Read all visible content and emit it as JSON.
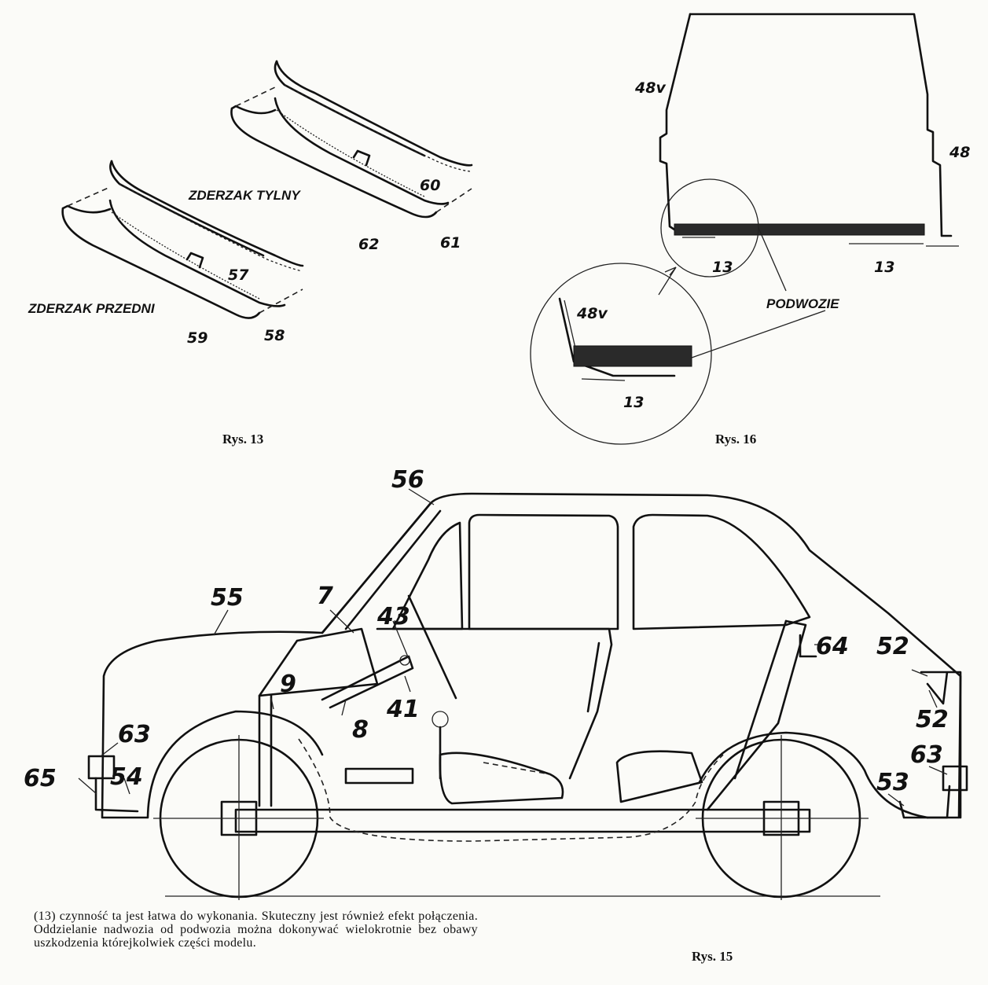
{
  "figures": {
    "rys13": {
      "caption": "Rys. 13",
      "front_bumper_label": "ZDERZAK PRZEDNI",
      "rear_bumper_label": "ZDERZAK TYLNY",
      "part_numbers": [
        "57",
        "58",
        "59",
        "60",
        "61",
        "62"
      ]
    },
    "rys16": {
      "caption": "Rys. 16",
      "chassis_label": "PODWOZIE",
      "part_48v": "48v",
      "part_48": "48",
      "part_13": "13"
    },
    "rys15": {
      "caption": "Rys. 15",
      "part_numbers": [
        "56",
        "55",
        "7",
        "43",
        "9",
        "8",
        "41",
        "64",
        "52",
        "52",
        "63",
        "63",
        "65",
        "54",
        "53"
      ]
    }
  },
  "body_text": "(13) czynność ta jest łatwa do wykonania. Skuteczny jest również efekt połączenia. Oddzielanie nadwozia od podwozia można dokonywać wielokrotnie bez obawy uszkodzenia którejkolwiek części modelu."
}
